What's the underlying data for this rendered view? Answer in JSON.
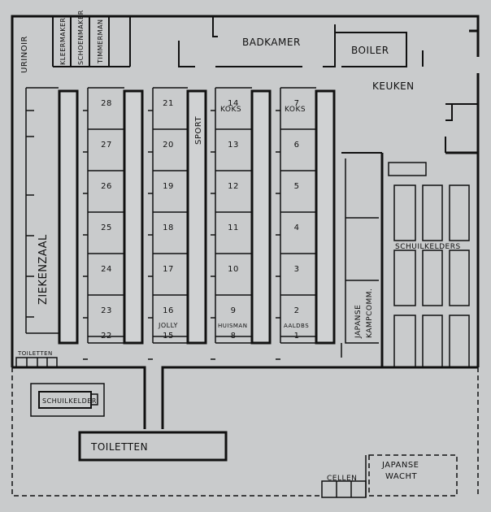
{
  "plan": {
    "colors": {
      "background": "#c9cbcc",
      "ink": "#111111"
    },
    "rooms": {
      "urinoir": "URINOIR",
      "kleermaker": "KLEERMAKER",
      "schoenmaker": "SCHOENMAKER",
      "timmerman": "TIMMERMAN",
      "badkamer": "BADKAMER",
      "boiler": "BOILER",
      "keuken": "KEUKEN",
      "ziekenzaal": "ZIEKENZAAL",
      "sport": "SPORT",
      "schuilkelders": "SCHUILKELDERS",
      "kampcomm_line1": "JAPANSE",
      "kampcomm_line2": "KAMPCOMM.",
      "toiletten_small": "TOILETTEN",
      "schuilkelder": "SCHUILKELDER",
      "toiletten_large": "TOILETTEN",
      "cellen": "CELLEN",
      "wacht_line1": "JAPANSE",
      "wacht_line2": "WACHT"
    },
    "barrack_numbers": {
      "col1": [
        "28",
        "27",
        "26",
        "25",
        "24",
        "23",
        "22"
      ],
      "col2": [
        "21",
        "20",
        "19",
        "18",
        "17",
        "16",
        "15"
      ],
      "col3": [
        "14",
        "13",
        "12",
        "11",
        "10",
        "9",
        "8"
      ],
      "col4": [
        "7",
        "6",
        "5",
        "4",
        "3",
        "2",
        "1"
      ]
    },
    "barrack_names": {
      "jolly": "JOLLY",
      "huisman": "HUISMAN",
      "koks1": "KOKS",
      "koks2": "KOKS",
      "aaldebs": "AALDBS"
    }
  }
}
